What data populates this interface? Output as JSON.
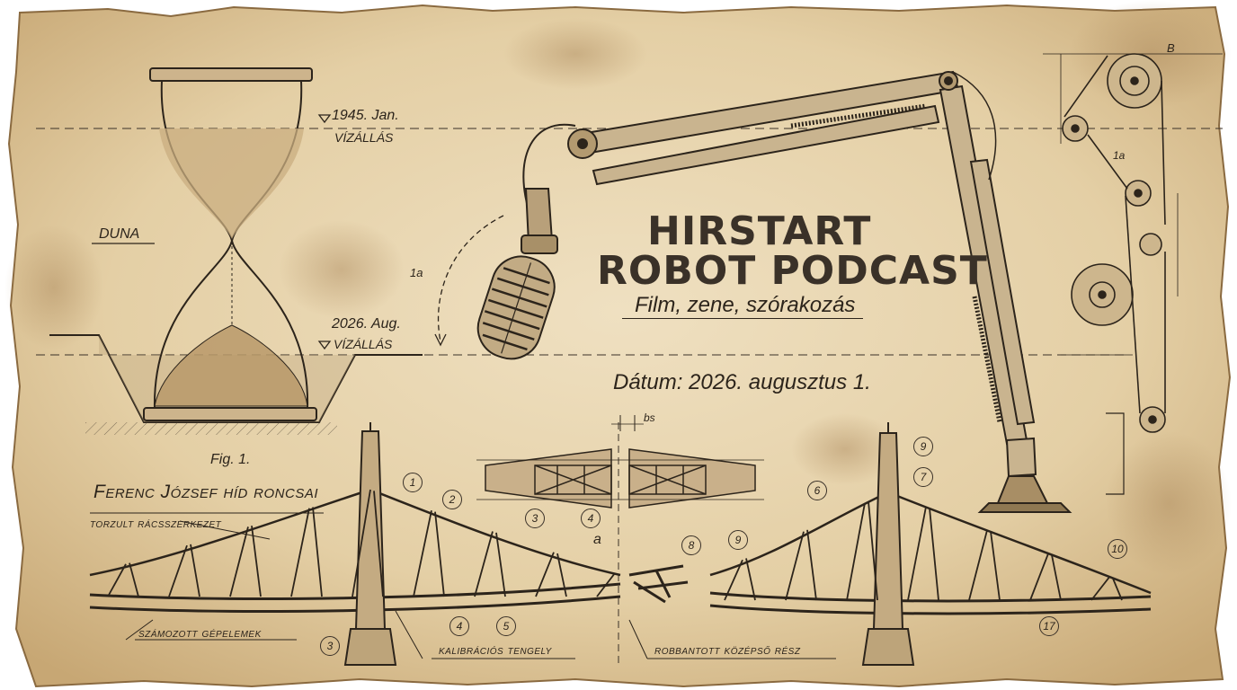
{
  "title": {
    "line1": "HIRSTART",
    "line2": "ROBOT PODCAST",
    "subtitle": "Film, zene, szórakozás",
    "date": "Dátum: 2026. augusztus 1."
  },
  "hourglass": {
    "top_level_year": "1945. Jan.",
    "top_level_label": "VÍZÁLLÁS",
    "bottom_level_year": "2026. Aug.",
    "bottom_level_label": "VÍZÁLLÁS",
    "river_label": "DUNA"
  },
  "bridge": {
    "figure_caption": "Fig. 1.",
    "title": "Ferenc József híd roncsai",
    "label_truss": "torzult rácsszerkezet",
    "label_parts": "számozott gépelemek",
    "label_axis": "kalibrációs tengely",
    "label_center": "robbantott középső rész"
  },
  "callouts": [
    "1",
    "2",
    "3",
    "4",
    "5",
    "3",
    "4",
    "8",
    "6",
    "7",
    "9",
    "9",
    "10",
    "17"
  ],
  "annotations": {
    "section_dim": "bs",
    "arc_mark": "a",
    "left_mark": "1a",
    "pulley_top": "B",
    "pulley_dim": "1a"
  },
  "colors": {
    "paper": "#e8d6b3",
    "paper_dark": "#c9ad7e",
    "ink": "#2c241b",
    "burn": "#7a5a33"
  },
  "icons": [
    "hourglass-icon",
    "microphone-icon",
    "boom-arm-icon",
    "pulley-icon",
    "bridge-icon"
  ]
}
